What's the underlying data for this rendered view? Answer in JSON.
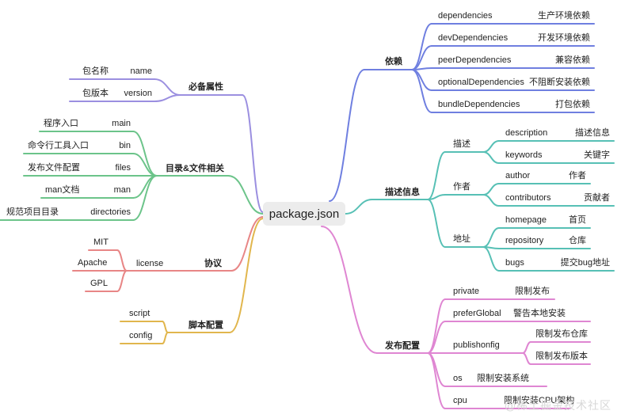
{
  "center": "package.json",
  "watermark": "@稀土掘金技术社区",
  "colors": {
    "required": "#9b8fe0",
    "dirs": "#6cc48a",
    "license": "#e88686",
    "scripts": "#e1b64d",
    "deps": "#6f7fe0",
    "desc": "#57c0b5",
    "publish": "#df86d2"
  },
  "left_groups": [
    {
      "label": "必备属性",
      "leaves": [
        {
          "left": "包名称",
          "right": "name"
        },
        {
          "left": "包版本",
          "right": "version"
        }
      ]
    },
    {
      "label": "目录&文件相关",
      "leaves": [
        {
          "left": "程序入口",
          "right": "main"
        },
        {
          "left": "命令行工具入口",
          "right": "bin"
        },
        {
          "left": "发布文件配置",
          "right": "files"
        },
        {
          "left": "man文档",
          "right": "man"
        },
        {
          "left": "规范项目目录",
          "right": "directories"
        }
      ]
    },
    {
      "label": "协议",
      "mid": "license",
      "leaves": [
        {
          "left": "MIT"
        },
        {
          "left": "Apache"
        },
        {
          "left": "GPL"
        }
      ]
    },
    {
      "label": "脚本配置",
      "leaves": [
        {
          "left": "script"
        },
        {
          "left": "config"
        }
      ]
    }
  ],
  "right_groups": [
    {
      "label": "依赖",
      "leaves": [
        {
          "left": "dependencies",
          "right": "生产环境依赖"
        },
        {
          "left": "devDependencies",
          "right": "开发环境依赖"
        },
        {
          "left": "peerDependencies",
          "right": "兼容依赖"
        },
        {
          "left": "optionalDependencies",
          "right": "不阻断安装依赖"
        },
        {
          "left": "bundleDependencies",
          "right": "打包依赖"
        }
      ]
    },
    {
      "label": "描述信息",
      "subs": [
        {
          "label": "描述",
          "leaves": [
            {
              "left": "description",
              "right": "描述信息"
            },
            {
              "left": "keywords",
              "right": "关键字"
            }
          ]
        },
        {
          "label": "作者",
          "leaves": [
            {
              "left": "author",
              "right": "作者"
            },
            {
              "left": "contributors",
              "right": "贡献者"
            }
          ]
        },
        {
          "label": "地址",
          "leaves": [
            {
              "left": "homepage",
              "right": "首页"
            },
            {
              "left": "repository",
              "right": "仓库"
            },
            {
              "left": "bugs",
              "right": "提交bug地址"
            }
          ]
        }
      ]
    },
    {
      "label": "发布配置",
      "leaves": [
        {
          "left": "private",
          "right": [
            "限制发布"
          ]
        },
        {
          "left": "preferGlobal",
          "right": [
            "警告本地安装"
          ]
        },
        {
          "left": "publishonfig",
          "right": [
            "限制发布仓库",
            "限制发布版本"
          ]
        },
        {
          "left": "os",
          "right": [
            "限制安装系统"
          ]
        },
        {
          "left": "cpu",
          "right": [
            "限制安装CPU架构"
          ]
        }
      ]
    }
  ]
}
